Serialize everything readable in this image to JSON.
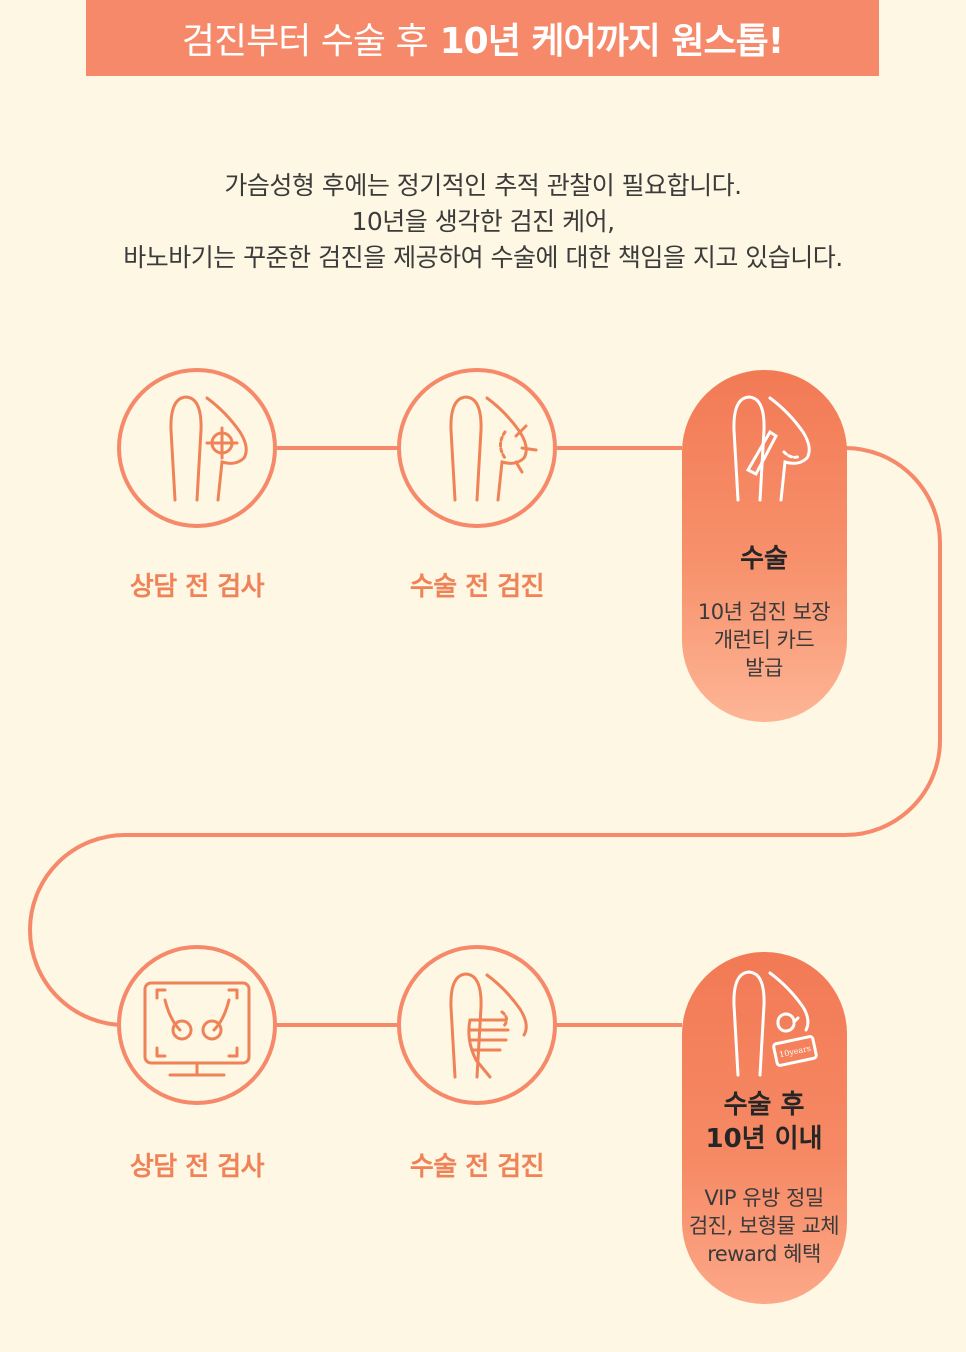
{
  "banner": {
    "light_text": "검진부터 수술 후",
    "bold_text": "10년 케어까지 원스톱!"
  },
  "intro": {
    "line1": "가슴성형 후에는 정기적인 추적 관찰이 필요합니다.",
    "line2": "10년을 생각한 검진 케어,",
    "line3": "바노바기는 꾸준한 검진을 제공하여 수술에 대한 책임을 지고 있습니다."
  },
  "row1": {
    "step1_label": "상담 전 검사",
    "step2_label": "수술 전 검진",
    "step3_title": "수술",
    "step3_desc": [
      "10년 검진 보장",
      "개런티 카드",
      "발급"
    ]
  },
  "row2": {
    "step1_label": "상담 전 검사",
    "step2_label": "수술 전 검진",
    "step3_title": [
      "수술 후",
      "10년 이내"
    ],
    "step3_desc": [
      "VIP 유방 정밀",
      "검진, 보형물 교체",
      "reward 혜택"
    ],
    "card_text": "10years"
  },
  "colors": {
    "background": "#fdf7e3",
    "accent": "#f5896a",
    "label": "#f08258",
    "pill_gradient_top": "#f27a55",
    "pill_gradient_bottom": "#fdb596"
  },
  "icons": {
    "row1_step1": "breast-target-icon",
    "row1_step2": "breast-expand-icon",
    "row1_step3": "breast-scalpel-icon",
    "row2_step1": "monitor-scan-icon",
    "row2_step2": "breast-hand-exam-icon",
    "row2_step3": "breast-guarantee-card-icon"
  }
}
